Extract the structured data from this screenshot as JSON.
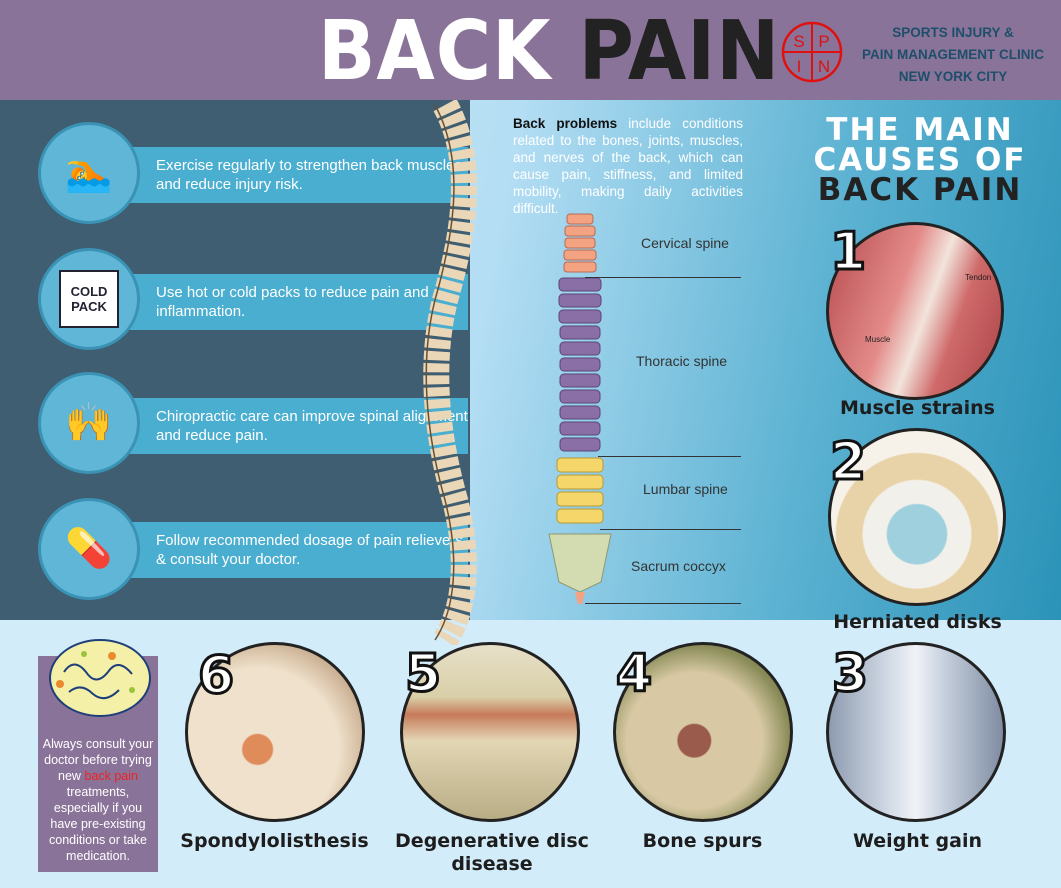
{
  "header": {
    "title_part1": "BACK",
    "title_part2": "PAIN",
    "logo_letters": [
      "S",
      "P",
      "I",
      "N"
    ],
    "clinic_lines": [
      "SPORTS INJURY &",
      "PAIN MANAGEMENT CLINIC",
      "NEW YORK CITY"
    ]
  },
  "intro": {
    "bold": "Back problems",
    "text": " include conditions related to the bones, joints, muscles, and nerves of the back, which can cause pain, stiffness, and limited mobility, making daily activities difficult."
  },
  "tips": [
    {
      "icon": "swimmer-icon",
      "text": "Exercise regularly  to strengthen back muscles and reduce injury risk."
    },
    {
      "icon": "cold-pack-icon",
      "text": "Use hot or cold packs to reduce pain and inflammation.",
      "icon_text": "COLD PACK"
    },
    {
      "icon": "chiropractic-hands-icon",
      "text": "Chiropractic care can improve spinal alignment and reduce pain."
    },
    {
      "icon": "pills-icon",
      "text": "Follow recommended dosage of pain relievers & consult your doctor."
    }
  ],
  "spine_sections": [
    "Cervical spine",
    "Thoracic spine",
    "Lumbar spine",
    "Sacrum coccyx"
  ],
  "causes": {
    "title_lines": [
      "THE MAIN",
      "CAUSES OF",
      "BACK PAIN"
    ],
    "items": [
      {
        "num": "1",
        "label": "Muscle strains",
        "annotations": [
          "Tendon",
          "Muscle"
        ]
      },
      {
        "num": "2",
        "label": "Herniated disks"
      },
      {
        "num": "3",
        "label": "Weight gain"
      },
      {
        "num": "4",
        "label": "Bone spurs"
      },
      {
        "num": "5",
        "label": "Degenerative disc disease"
      },
      {
        "num": "6",
        "label": "Spondylolisthesis"
      }
    ]
  },
  "note": {
    "before": "Always consult your doctor before trying new ",
    "highlight": "back pain",
    "after": " treatments, especially if you have pre-existing conditions or take medication."
  },
  "colors": {
    "header": "#8a7399",
    "panel": "#3f5e71",
    "tip_bar": "#4aaed0",
    "logo": "#e01010"
  }
}
